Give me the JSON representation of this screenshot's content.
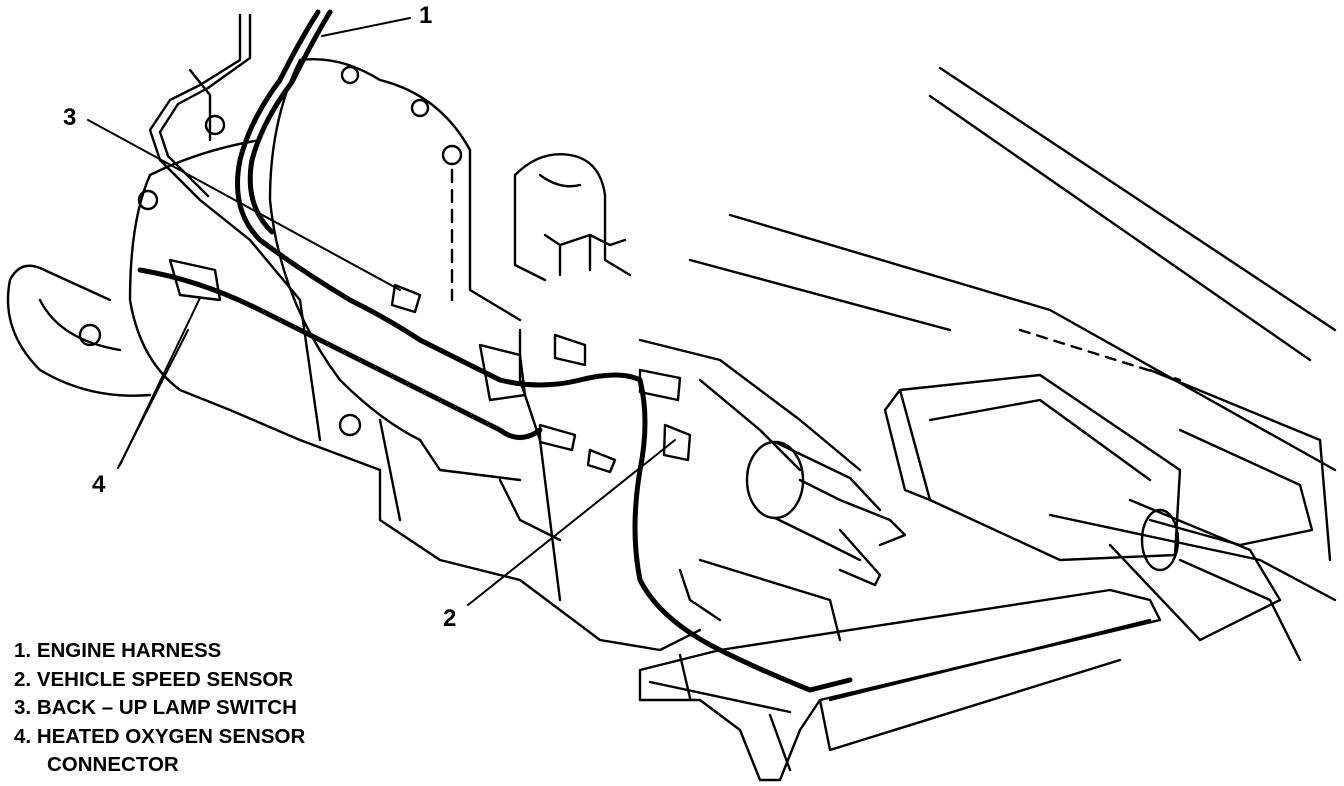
{
  "callouts": {
    "c1": "1",
    "c2": "2",
    "c3": "3",
    "c4": "4"
  },
  "legend": {
    "items": [
      {
        "number": "1.",
        "text": "ENGINE HARNESS"
      },
      {
        "number": "2.",
        "text": "VEHICLE SPEED SENSOR"
      },
      {
        "number": "3.",
        "text": "BACK – UP LAMP SWITCH"
      },
      {
        "number": "4.",
        "text": "HEATED OXYGEN SENSOR"
      }
    ],
    "continuation": "CONNECTOR"
  },
  "colors": {
    "line": "#000000",
    "background": "#ffffff"
  }
}
